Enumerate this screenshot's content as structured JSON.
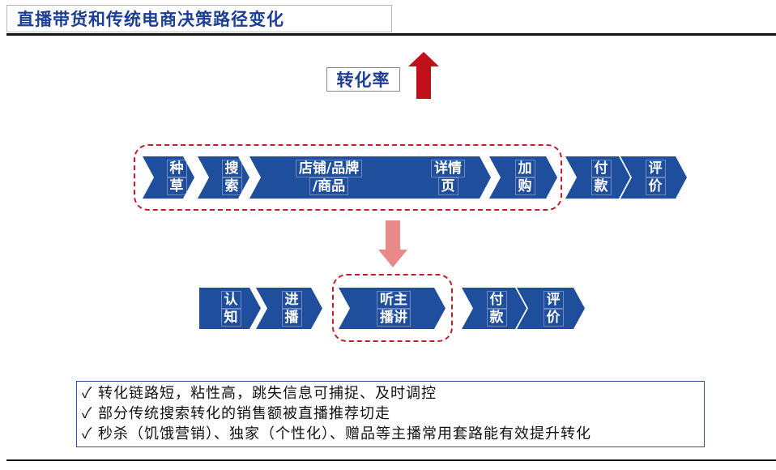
{
  "title": "直播带货和传统电商决策路径变化",
  "conversion_label": "转化率",
  "colors": {
    "chevron": "#1f4e9c",
    "up_arrow": "#c0101a",
    "down_arrow": "#e88a8a",
    "dash": "#c0202a",
    "title": "#1c3f93"
  },
  "traditional_flow": [
    {
      "line1": "种",
      "line2": "草"
    },
    {
      "line1": "搜",
      "line2": "索"
    },
    {
      "line1": "店铺/品牌",
      "line2": "/商品"
    },
    {
      "line1": "详情",
      "line2": "页"
    },
    {
      "line1": "加",
      "line2": "购"
    },
    {
      "line1": "付",
      "line2": "款"
    },
    {
      "line1": "评",
      "line2": "价"
    }
  ],
  "live_flow": [
    {
      "line1": "认",
      "line2": "知"
    },
    {
      "line1": "进",
      "line2": "播"
    },
    {
      "line1": "听主",
      "line2": "播讲"
    },
    {
      "line1": "付",
      "line2": "款"
    },
    {
      "line1": "评",
      "line2": "价"
    }
  ],
  "notes": [
    "✓ 转化链路短，粘性高，跳失信息可捕捉、及时调控",
    "✓ 部分传统搜索转化的销售额被直播推荐切走",
    "✓ 秒杀（饥饿营销）、独家（个性化）、赠品等主播常用套路能有效提升转化"
  ]
}
